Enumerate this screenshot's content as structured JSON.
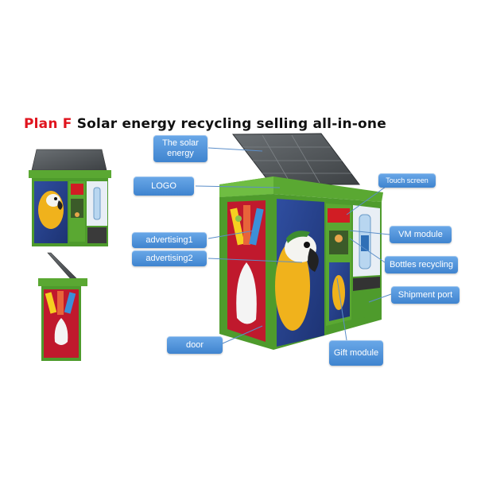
{
  "title": {
    "plan": "Plan F",
    "text": "Solar energy recycling selling all-in-one"
  },
  "labels": {
    "solar": "The solar energy",
    "logo": "LOGO",
    "touch": "Touch screen",
    "adv1": "advertising1",
    "adv2": "advertising2",
    "vm": "VM module",
    "bottles": "Bottles recycling",
    "shipment": "Shipment port",
    "door": "door",
    "gift": "Gift module"
  },
  "colors": {
    "frame_green": "#4e9b2c",
    "solar_panel": "#5a5f63",
    "callout_blue": "#4a8fd6",
    "title_red": "#e0141e"
  }
}
